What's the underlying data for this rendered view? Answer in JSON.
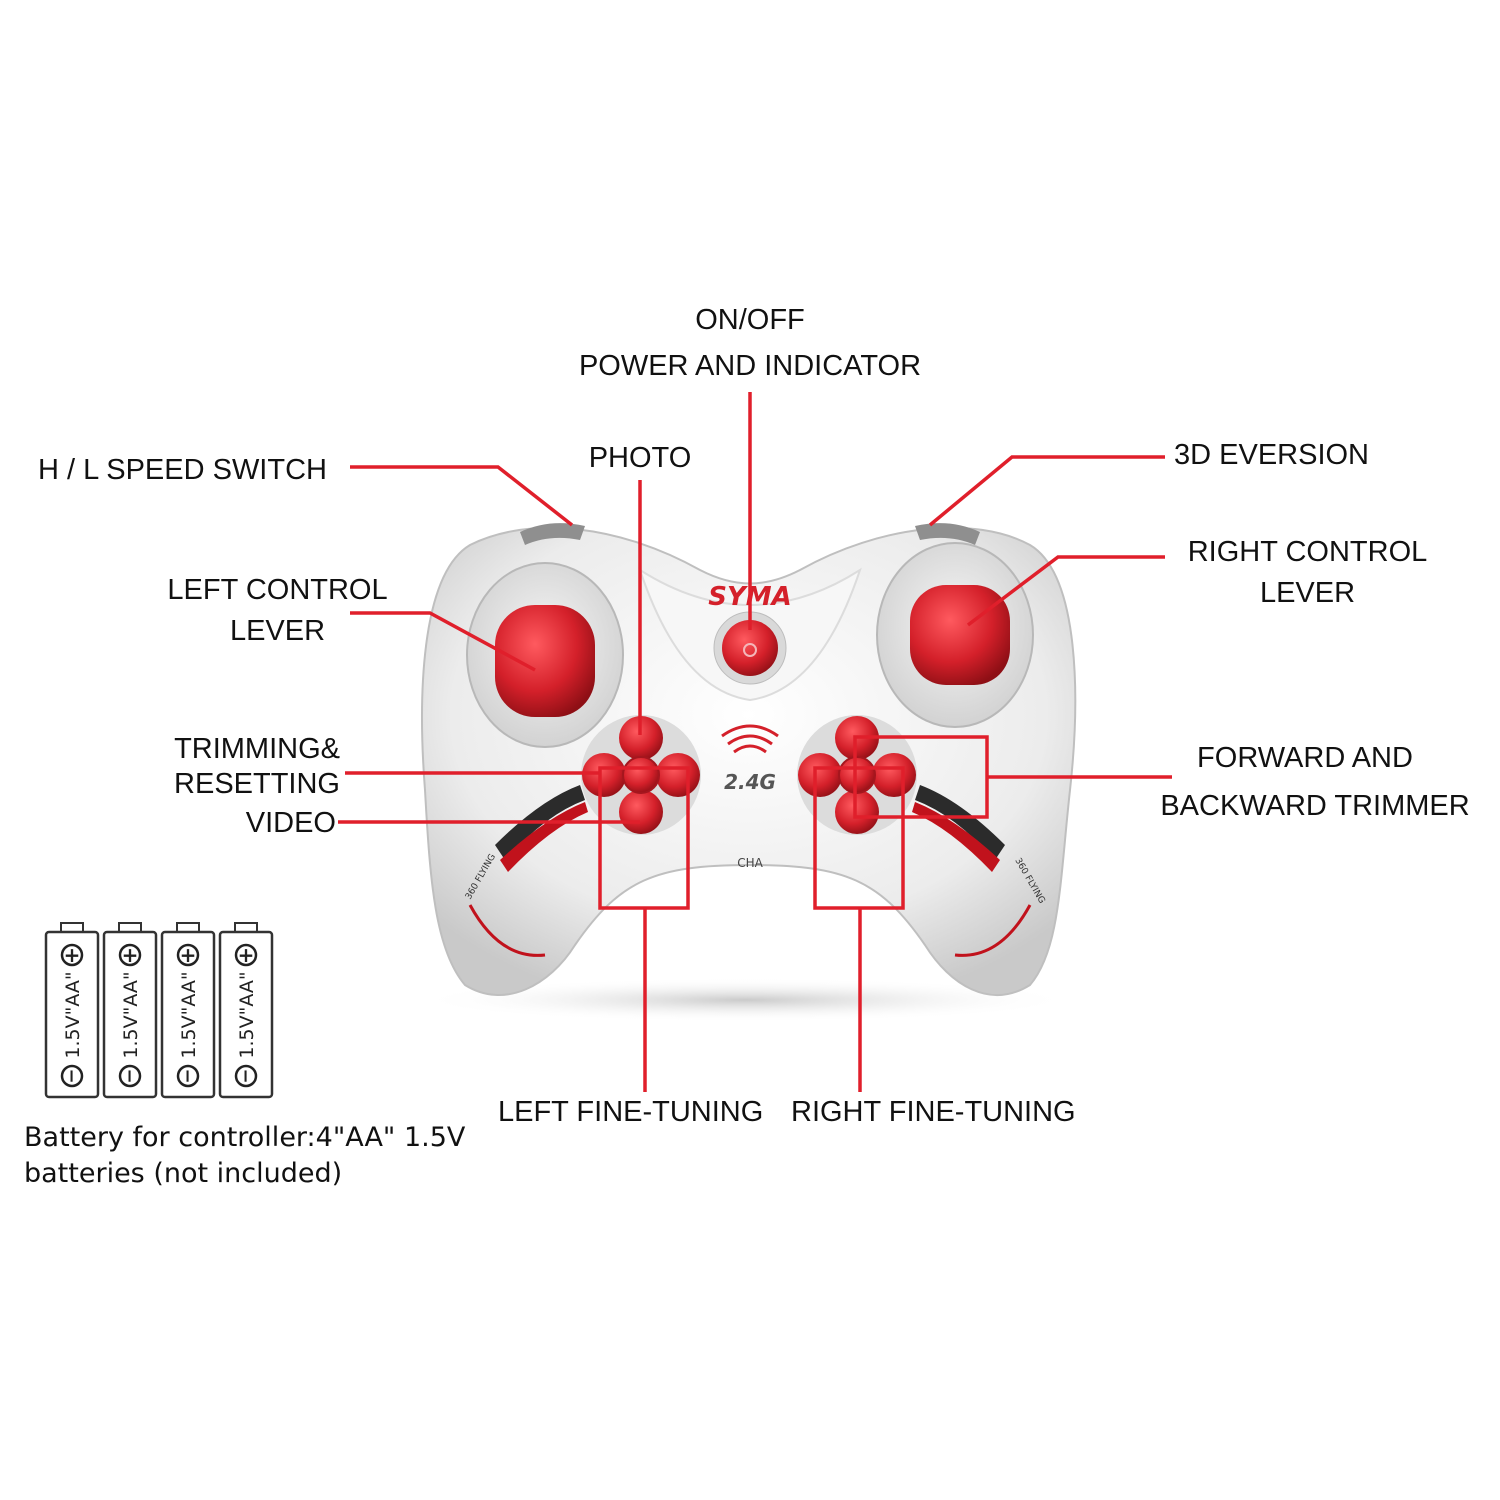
{
  "brand": {
    "logo_text": "SYMA",
    "signal_band": "2.4G",
    "channel": "CHA",
    "side_print": "360 FLYING"
  },
  "labels": {
    "on_off": [
      "ON/OFF",
      "POWER AND INDICATOR"
    ],
    "photo": "PHOTO",
    "speed_switch": "H / L SPEED SWITCH",
    "eversion": "3D EVERSION",
    "left_lever": [
      "LEFT CONTROL",
      "LEVER"
    ],
    "right_lever": [
      "RIGHT CONTROL",
      "LEVER"
    ],
    "trimming": [
      "TRIMMING&",
      "RESETTING"
    ],
    "video": "VIDEO",
    "forward_backward": [
      "FORWARD AND",
      "BACKWARD TRIMMER"
    ],
    "left_fine_tuning": "LEFT FINE-TUNING",
    "right_fine_tuning": "RIGHT FINE-TUNING"
  },
  "batteries": {
    "cell_label": "1.5V\"AA\"",
    "plus": "+",
    "minus": "−"
  },
  "battery_note": [
    "Battery for controller:4\"AA\" 1.5V",
    "batteries (not included)"
  ],
  "colors": {
    "callout": "#e01f2b",
    "button_red": "#d4202a",
    "shell": "#f2f2f2"
  }
}
